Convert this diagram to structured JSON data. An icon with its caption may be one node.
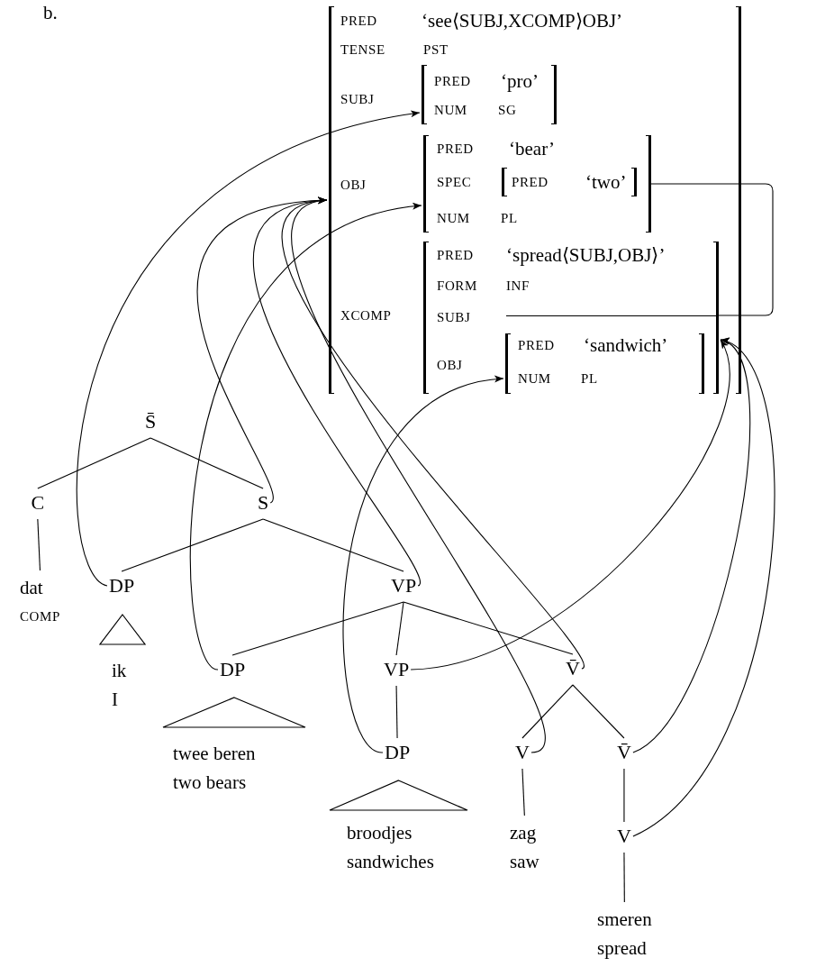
{
  "diagram": {
    "nodes": [
      {
        "text": [
          "PRED",
          "‘see⟨SUBJ,XCOMP⟩OBJ’",
          "TENSE",
          "PST",
          "SUBJ",
          "OBJ",
          "XCOMP"
        ]
      },
      {
        "text": [
          "PRED",
          "‘pro’",
          "NUM",
          "SG"
        ],
        "in": 0
      },
      {
        "text": [
          "PRED",
          "‘bear’",
          "SPEC",
          "NUM",
          "PL"
        ],
        "in": 0
      },
      {
        "text": [
          "PRED",
          "‘two’"
        ],
        "in": 2
      },
      {
        "text": [
          "PRED",
          "‘spread⟨SUBJ,OBJ⟩’",
          "FORM",
          "INF",
          "SUBJ",
          "OBJ"
        ],
        "in": 0
      },
      {
        "text": [
          "PRED",
          "‘sandwich’",
          "NUM",
          "PL"
        ],
        "in": 4
      },
      {
        "text": [
          "S̄"
        ]
      },
      {
        "text": [
          "C"
        ]
      },
      {
        "text": [
          "S"
        ]
      },
      {
        "text": [
          "dat",
          "COMP"
        ]
      },
      {
        "text": [
          "DP"
        ]
      },
      {
        "text": [
          "VP"
        ]
      },
      {
        "text": [],
        "shape": "triangle"
      },
      {
        "text": [
          "ik",
          "I"
        ]
      },
      {
        "text": [
          "DP"
        ]
      },
      {
        "text": [
          "VP"
        ]
      },
      {
        "text": [
          "V̄"
        ]
      },
      {
        "text": [],
        "shape": "triangle"
      },
      {
        "text": [
          "twee beren",
          "two bears"
        ]
      },
      {
        "text": [
          "DP"
        ]
      },
      {
        "text": [
          "V"
        ]
      },
      {
        "text": [
          "V̄"
        ]
      },
      {
        "text": [],
        "shape": "triangle"
      },
      {
        "text": [
          "broodjes",
          "sandwiches"
        ]
      },
      {
        "text": [
          "zag",
          "saw"
        ]
      },
      {
        "text": [
          "V"
        ]
      },
      {
        "text": [
          "smeren",
          "spread"
        ]
      }
    ],
    "edges": [
      {
        "from": 6,
        "to": 7,
        "arrow": "none"
      },
      {
        "from": 6,
        "to": 8,
        "arrow": "none"
      },
      {
        "from": 7,
        "to": 9,
        "arrow": "none"
      },
      {
        "from": 8,
        "to": 10,
        "arrow": "none"
      },
      {
        "from": 8,
        "to": 11,
        "arrow": "none"
      },
      {
        "from": 11,
        "to": 14,
        "arrow": "none"
      },
      {
        "from": 11,
        "to": 15,
        "arrow": "none"
      },
      {
        "from": 11,
        "to": 16,
        "arrow": "none"
      },
      {
        "from": 15,
        "to": 19,
        "arrow": "none"
      },
      {
        "from": 16,
        "to": 20,
        "arrow": "none"
      },
      {
        "from": 16,
        "to": 21,
        "arrow": "none"
      },
      {
        "from": 20,
        "to": 24,
        "arrow": "none"
      },
      {
        "from": 21,
        "to": 25,
        "arrow": "none"
      },
      {
        "from": 25,
        "to": 26,
        "arrow": "none"
      },
      {
        "from": 10,
        "to": 1,
        "arrow": "to"
      },
      {
        "from": 8,
        "to": 0,
        "arrow": "to"
      },
      {
        "from": 11,
        "to": 0,
        "arrow": "to"
      },
      {
        "from": 16,
        "to": 0,
        "arrow": "to"
      },
      {
        "from": 20,
        "to": 0,
        "arrow": "to"
      },
      {
        "from": 14,
        "to": 2,
        "arrow": "to"
      },
      {
        "from": 15,
        "to": 4,
        "arrow": "to"
      },
      {
        "from": 19,
        "to": 5,
        "arrow": "to"
      },
      {
        "from": 21,
        "to": 4,
        "arrow": "to"
      },
      {
        "from": 25,
        "to": 4,
        "arrow": "to"
      },
      {
        "from": 2,
        "to": 4,
        "arrow": "none"
      }
    ],
    "labels": [
      "b."
    ]
  }
}
